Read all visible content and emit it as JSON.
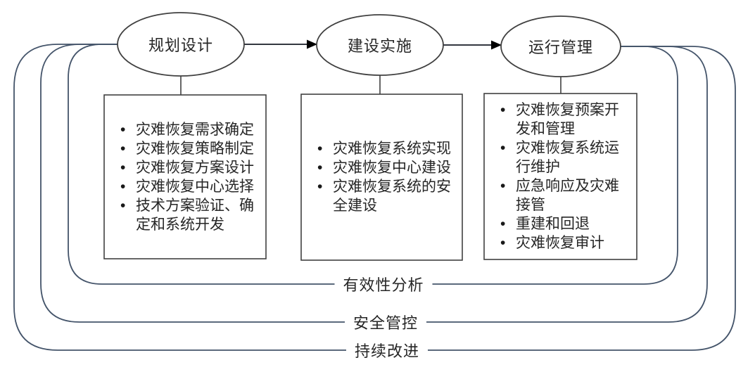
{
  "diagram": {
    "stages": [
      {
        "label": "规划设计"
      },
      {
        "label": "建设实施"
      },
      {
        "label": "运行管理"
      }
    ],
    "stage_boxes": [
      {
        "items": [
          "灾难恢复需求确定",
          "灾难恢复策略制定",
          "灾难恢复方案设计",
          "灾难恢复中心选择",
          "技术方案验证、确定和系统开发"
        ]
      },
      {
        "items": [
          "灾难恢复系统实现",
          "灾难恢复中心建设",
          "灾难恢复系统的安全建设"
        ]
      },
      {
        "items": [
          "灾难恢复预案开发和管理",
          "灾难恢复系统运行维护",
          "应急响应及灾难接管",
          "重建和回退",
          "灾难恢复审计"
        ]
      }
    ],
    "feedback_loops": [
      {
        "label": "有效性分析"
      },
      {
        "label": "安全管控"
      },
      {
        "label": "持续改进"
      }
    ],
    "colors": {
      "loop_line": "#44546A",
      "shape_border": "#404040",
      "arrow": "#000000",
      "text": "#262626",
      "background": "#FFFFFF"
    }
  }
}
